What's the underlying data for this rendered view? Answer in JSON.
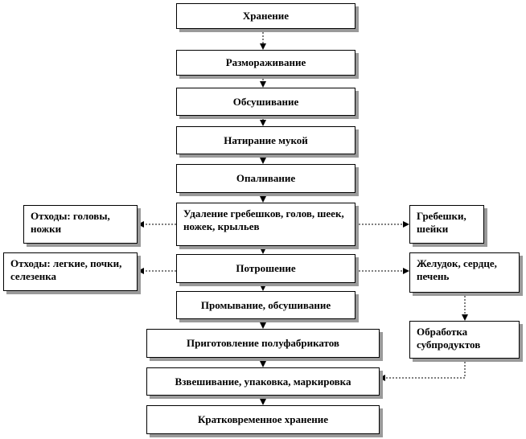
{
  "nodes": {
    "storage": "Хранение",
    "defrosting": "Размораживание",
    "drying_1": "Обсушивание",
    "flour_rubbing": "Натирание мукой",
    "singeing": "Опаливание",
    "removal": "Удаление гребешков,  голов, шеек,  ножек, крыльев",
    "waste_heads": "Отходы:  головы, ножки",
    "combs": "Гребешки, шейки",
    "gutting": "Потрошение",
    "waste_organs": "Отходы:  легкие, почки, селезенка",
    "giblets": "Желудок,  сердце, печень",
    "washing": "Промывание, обсушивание",
    "offal_processing": "Обработка субпродуктов",
    "semi_finished": "Приготовление полуфабрикатов",
    "packaging": "Взвешивание, упаковка,  маркировка",
    "short_storage": "Кратковременное хранение"
  }
}
